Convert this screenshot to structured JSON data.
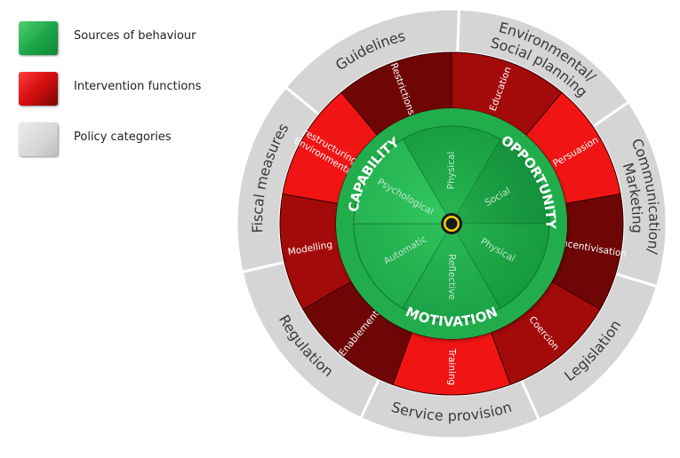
{
  "legend": [
    {
      "label": "Sources of behaviour",
      "color": "#1fae4b"
    },
    {
      "label": "Intervention functions",
      "color": "#d40e0e"
    },
    {
      "label": "Policy categories",
      "color": "#d9d9d9"
    }
  ],
  "wheel": {
    "policy_categories": [
      {
        "key": "guidelines",
        "lines": [
          "Guidelines"
        ]
      },
      {
        "key": "environmental-social-planning",
        "lines": [
          "Environmental/",
          "Social planning"
        ]
      },
      {
        "key": "communication-marketing",
        "lines": [
          "Communication/",
          "Marketing"
        ]
      },
      {
        "key": "legislation",
        "lines": [
          "Legislation"
        ]
      },
      {
        "key": "service-provision",
        "lines": [
          "Service provision"
        ]
      },
      {
        "key": "regulation",
        "lines": [
          "Regulation"
        ]
      },
      {
        "key": "fiscal-measures",
        "lines": [
          "Fiscal measures"
        ]
      }
    ],
    "intervention_functions": [
      {
        "key": "restrictions",
        "lines": [
          "Restrictions"
        ],
        "color": "#6e0606"
      },
      {
        "key": "education",
        "lines": [
          "Education"
        ],
        "color": "#a30a0a"
      },
      {
        "key": "persuasion",
        "lines": [
          "Persuasion"
        ],
        "color": "#f01414"
      },
      {
        "key": "incentivisation",
        "lines": [
          "Incentivisation"
        ],
        "color": "#6e0606"
      },
      {
        "key": "coercion",
        "lines": [
          "Coercion"
        ],
        "color": "#a30a0a"
      },
      {
        "key": "training",
        "lines": [
          "Training"
        ],
        "color": "#f01414"
      },
      {
        "key": "enablement",
        "lines": [
          "Enablement"
        ],
        "color": "#6e0606"
      },
      {
        "key": "modelling",
        "lines": [
          "Modelling"
        ],
        "color": "#a30a0a"
      },
      {
        "key": "environmental-restructuring",
        "lines": [
          "Environmental",
          "restructuring"
        ],
        "color": "#f01414"
      }
    ],
    "sources": [
      {
        "key": "capability",
        "label": "CAPABILITY"
      },
      {
        "key": "opportunity",
        "label": "OPPORTUNITY"
      },
      {
        "key": "motivation",
        "label": "MOTIVATION"
      }
    ],
    "components": [
      {
        "key": "physical-capability",
        "label": "Physical",
        "color": "#17a443"
      },
      {
        "key": "social-opportunity",
        "label": "Social",
        "color": "#12933b"
      },
      {
        "key": "physical-opportunity",
        "label": "Physical",
        "color": "#17a443"
      },
      {
        "key": "reflective-motivation",
        "label": "Reflective",
        "color": "#1fb04e"
      },
      {
        "key": "automatic-motivation",
        "label": "Automatic",
        "color": "#25bb55"
      },
      {
        "key": "psychological-capability",
        "label": "Psychological",
        "color": "#2bc45c"
      }
    ],
    "colors": {
      "policy_fill": "#d5d5d5",
      "policy_text": "#3a3a3a",
      "green_ring": "#22ad4d",
      "center_outer": "#1a1a1a",
      "center_inner": "#f2d20a"
    }
  }
}
